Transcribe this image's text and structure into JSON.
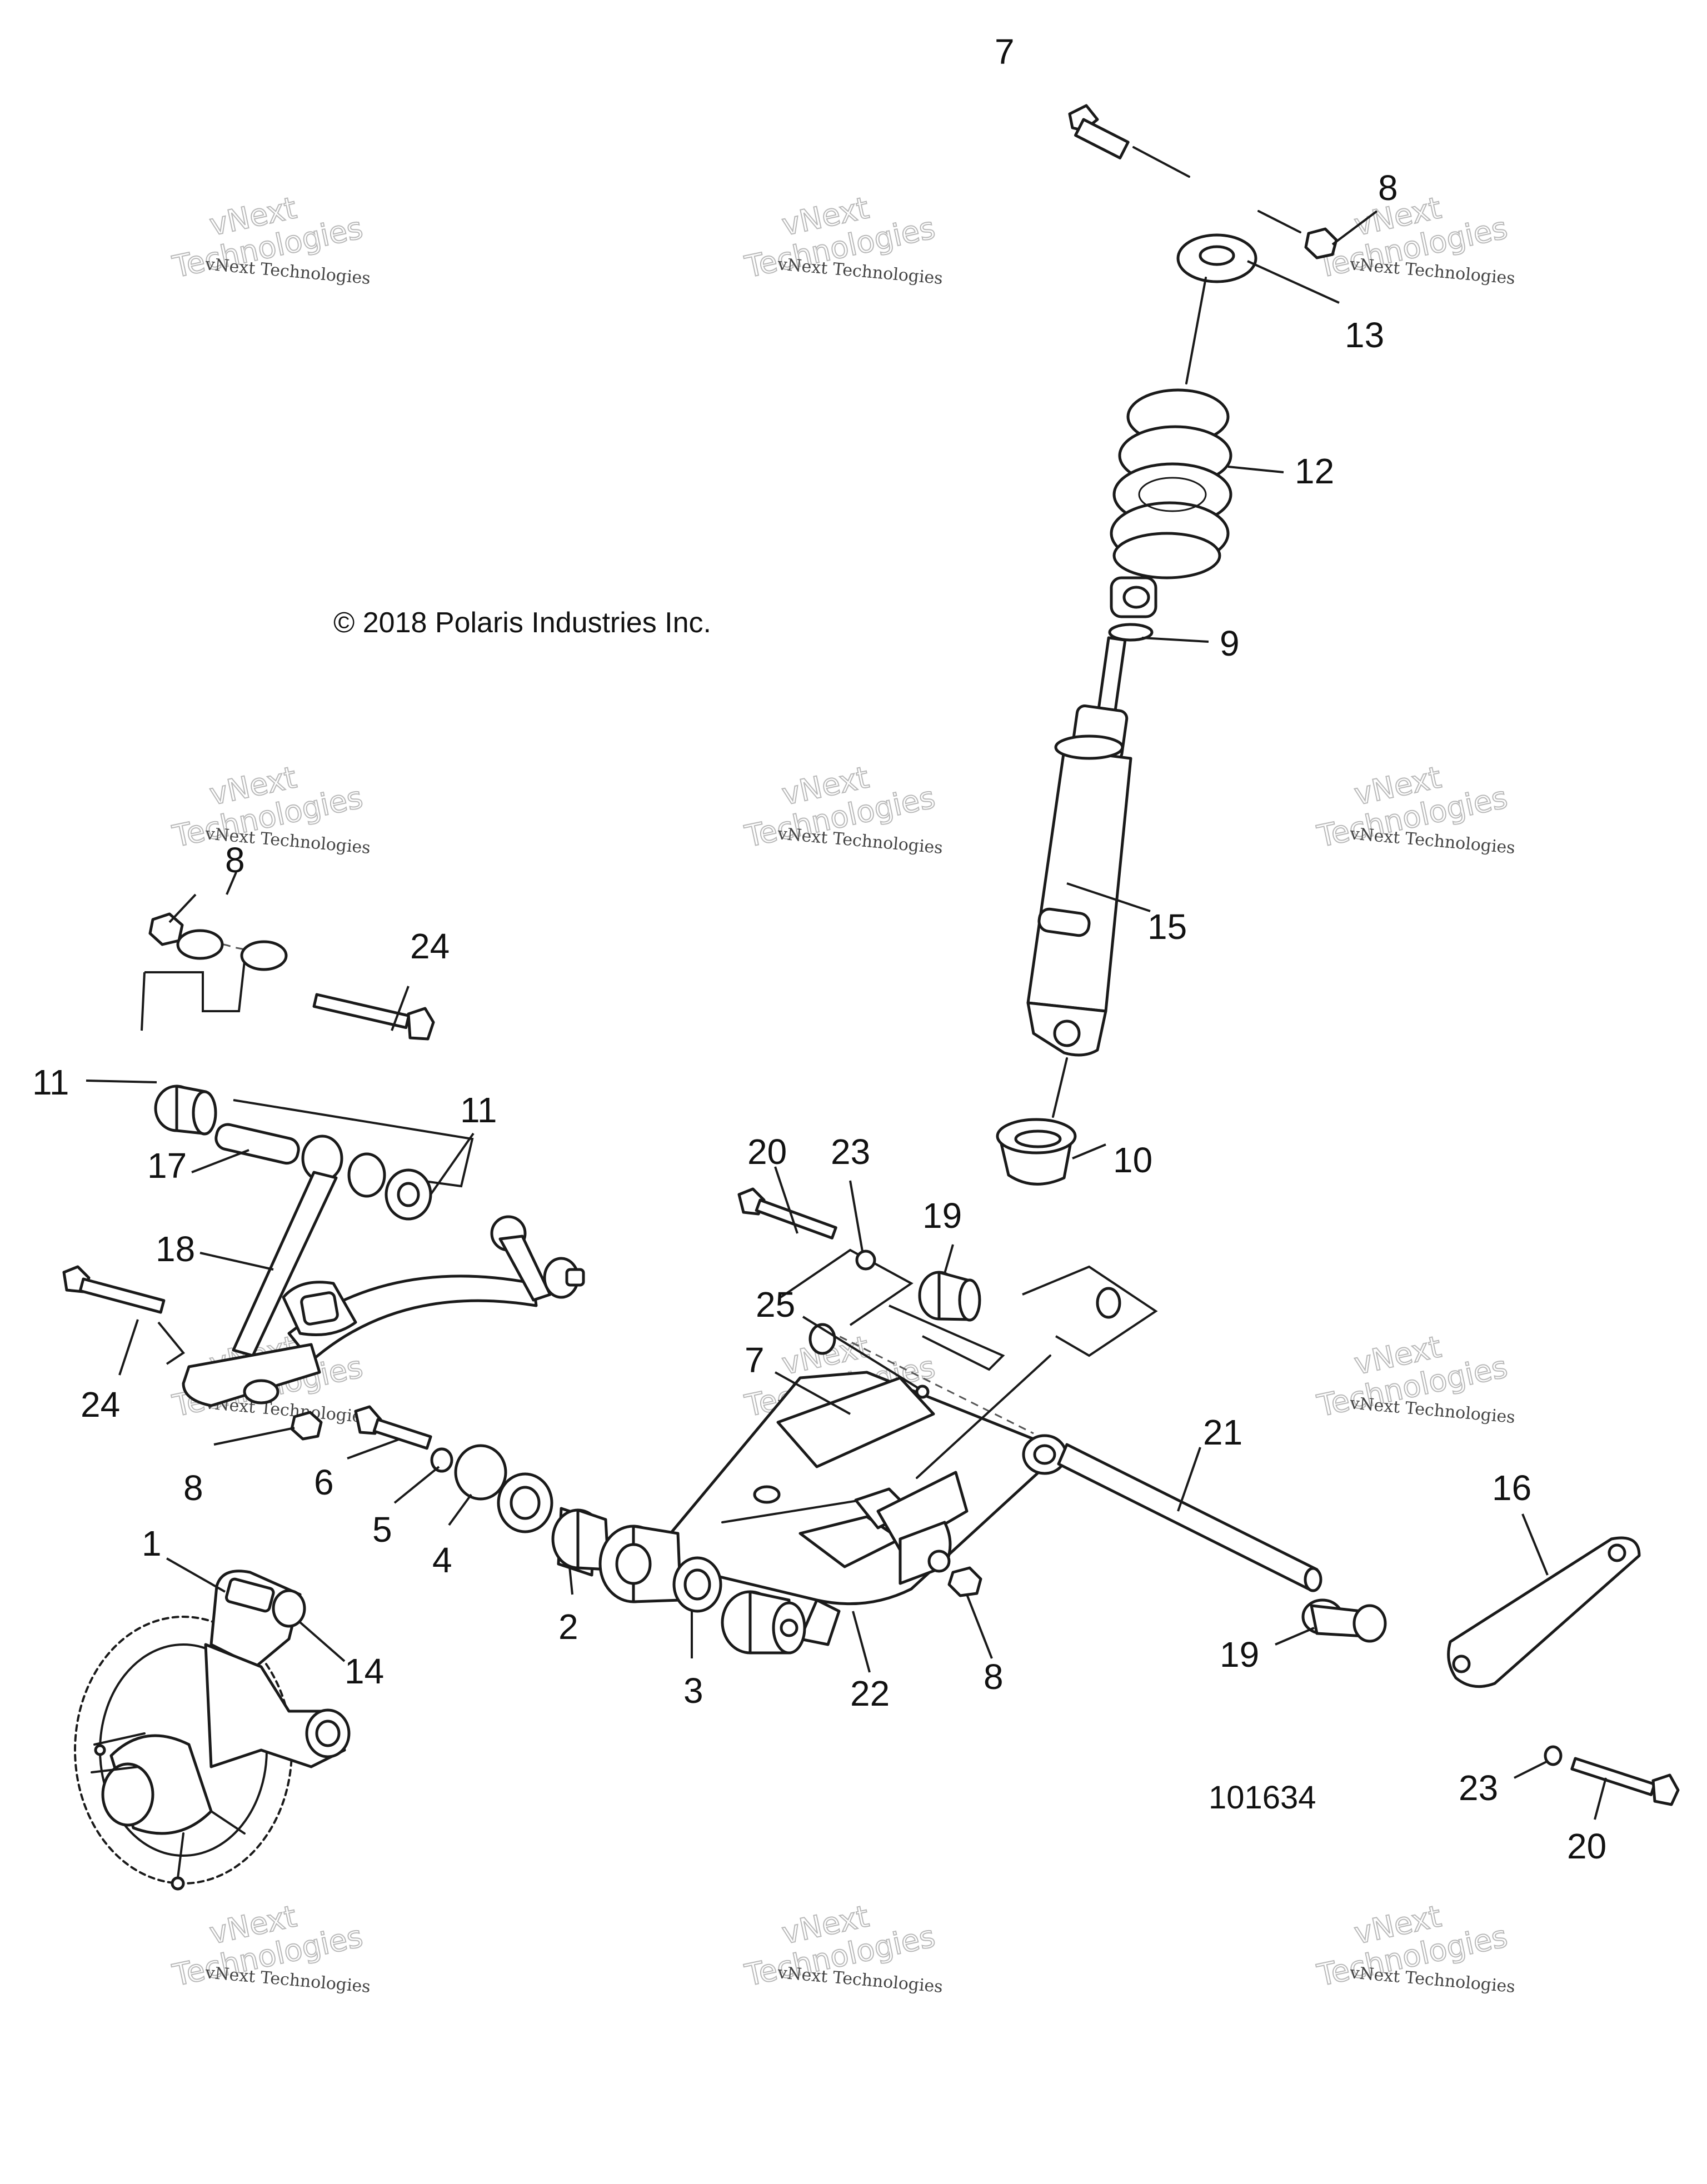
{
  "copyright": "© 2018 Polaris Industries Inc.",
  "figure_number": "101634",
  "watermark": {
    "line1": "vNext Technologies",
    "line2": "Technologies",
    "line3": "vNext"
  },
  "callouts": {
    "c7_top": "7",
    "c8_top": "8",
    "c13": "13",
    "c12": "12",
    "c9": "9",
    "c15": "15",
    "c10": "10",
    "c8_left": "8",
    "c24_top": "24",
    "c11_left": "11",
    "c11_right": "11",
    "c17": "17",
    "c18": "18",
    "c24_left": "24",
    "c8_lower": "8",
    "c6": "6",
    "c5": "5",
    "c4": "4",
    "c2": "2",
    "c3": "3",
    "c1": "1",
    "c14": "14",
    "c20_top": "20",
    "c23_top": "23",
    "c19_top": "19",
    "c25": "25",
    "c7_mid": "7",
    "c21": "21",
    "c16": "16",
    "c22": "22",
    "c8_mid": "8",
    "c19_lower": "19",
    "c23_lower": "23",
    "c20_lower": "20"
  }
}
